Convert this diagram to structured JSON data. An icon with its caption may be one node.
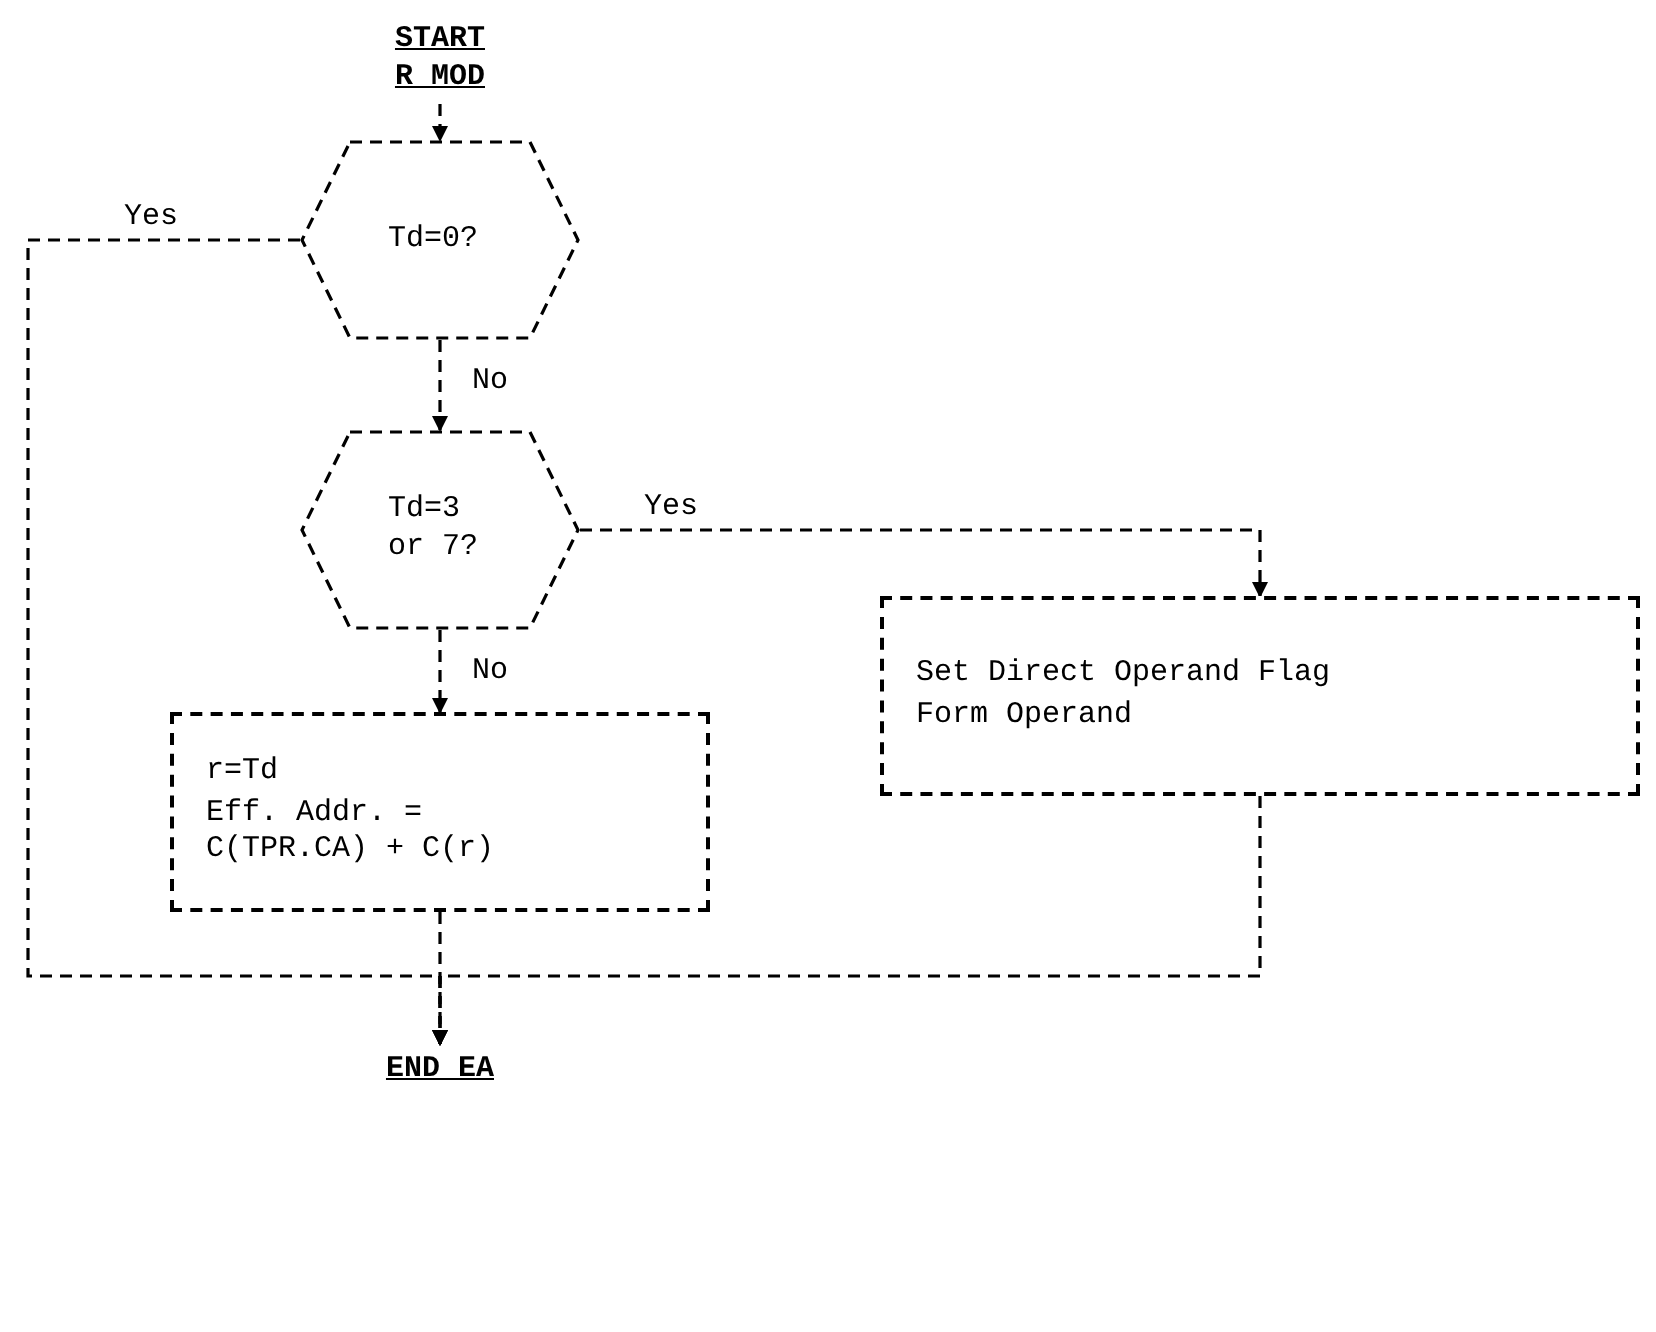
{
  "diagram": {
    "nodes": [
      {
        "text": [
          "START R MOD"
        ]
      },
      {
        "text": [
          "Td=0?"
        ]
      },
      {
        "text": [
          "Td=3 or 7?"
        ]
      },
      {
        "text": [
          "r=Td",
          "Eff. Addr. = C(TPR.CA) + C(r)"
        ]
      },
      {
        "text": [
          "Set Direct Operand Flag",
          "Form Operand"
        ]
      },
      {
        "text": [
          "END EA"
        ]
      }
    ],
    "edges": [
      {
        "from": 0,
        "to": 1,
        "arrow": "to"
      },
      {
        "from": 1,
        "to": 2,
        "arrow": "to",
        "label": "No"
      },
      {
        "from": 1,
        "to": 5,
        "arrow": "to",
        "label": "Yes"
      },
      {
        "from": 2,
        "to": 4,
        "arrow": "to",
        "label": "Yes"
      },
      {
        "from": 2,
        "to": 3,
        "arrow": "to",
        "label": "No"
      },
      {
        "from": 3,
        "to": 5,
        "arrow": "to"
      },
      {
        "from": 4,
        "to": 5,
        "arrow": "to"
      }
    ]
  }
}
